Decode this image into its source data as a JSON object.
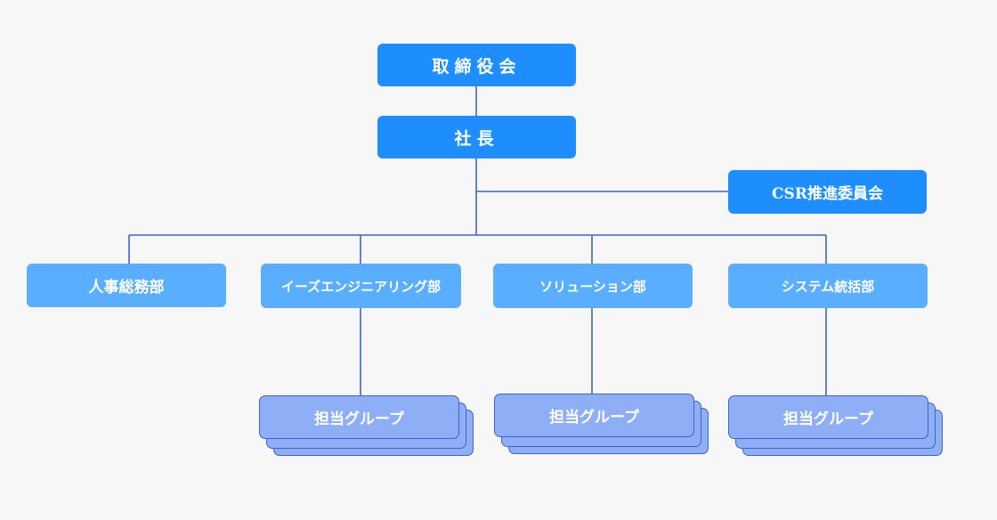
{
  "board": "取締役会",
  "president": "社長",
  "csr_committee": "CSR推進委員会",
  "departments": [
    {
      "label": "人事総務部"
    },
    {
      "label": "イーズエンジニアリング部"
    },
    {
      "label": "ソリューション部"
    },
    {
      "label": "システム統括部"
    }
  ],
  "groups": [
    {
      "label": "担当グループ"
    },
    {
      "label": "担当グループ"
    },
    {
      "label": "担当グループ"
    }
  ],
  "colors": {
    "primary": "#1e8eff",
    "department": "#5aaeff",
    "group": "#8eaef6",
    "group_border": "#3f64c8",
    "line": "#3f64c8"
  }
}
